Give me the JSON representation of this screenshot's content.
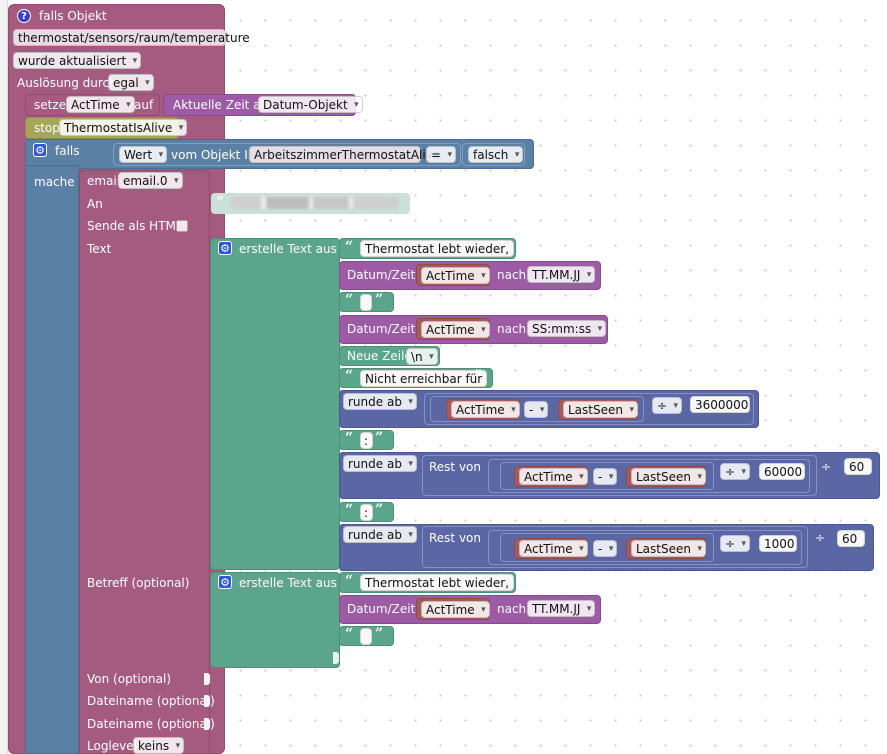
{
  "trigger": {
    "title": "falls Objekt",
    "object_id": "thermostat/sensors/raum/temperature",
    "event": "wurde aktualisiert",
    "trigger_label": "Auslösung durch",
    "trigger_value": "egal"
  },
  "set_block": {
    "label": "setze",
    "var": "ActTime",
    "auf": "auf",
    "time_label": "Aktuelle Zeit als",
    "time_format": "Datum-Objekt"
  },
  "stop_block": {
    "label": "stop",
    "timer": "ThermostatIsAlive"
  },
  "if_block": {
    "label": "falls",
    "do_label": "mache",
    "value_dd": "Wert",
    "of_object": "vom Objekt ID",
    "object_id": "ArbeitszimmerThermostatAlive",
    "op": "=",
    "compare": "falsch"
  },
  "email": {
    "label": "email",
    "instance": "email.0",
    "to_label": "An",
    "to_blurred": "",
    "html_label": "Sende als HTML",
    "text_label": "Text",
    "subject_label": "Betreff (optional)",
    "from_label": "Von (optional)",
    "file1_label": "Dateiname (optional)",
    "file2_label": "Dateiname (optional)",
    "loglevel_label": "Loglevel",
    "loglevel_value": "keins"
  },
  "text_block": {
    "create_label": "erstelle Text aus",
    "line1": "Thermostat lebt wieder,",
    "date_label": "Datum/Zeit",
    "date_var": "ActTime",
    "nach": "nach",
    "date_fmt1": "TT.MM.JJ",
    "time_label": "Datum/Zeit",
    "time_var": "ActTime",
    "time_fmt": "SS:mm:ss",
    "newline_label": "Neue Zeile",
    "newline_value": "\\n",
    "unreachable": "Nicht erreichbar für",
    "round1": {
      "label": "runde ab",
      "a": "ActTime",
      "op": "-",
      "b": "LastSeen",
      "div": "÷",
      "num": "3600000"
    },
    "colon": ":",
    "round2": {
      "label": "runde ab",
      "rest": "Rest von",
      "a": "ActTime",
      "op": "-",
      "b": "LastSeen",
      "div": "÷",
      "num": "60000",
      "div2": "÷",
      "num2": "60"
    },
    "round3": {
      "label": "runde ab",
      "rest": "Rest von",
      "a": "ActTime",
      "op": "-",
      "b": "LastSeen",
      "div": "÷",
      "num": "1000",
      "div2": "÷",
      "num2": "60"
    }
  },
  "subject_block": {
    "create_label": "erstelle Text aus",
    "line1": "Thermostat lebt wieder,",
    "date_label": "Datum/Zeit",
    "date_var": "ActTime",
    "nach": "nach",
    "date_fmt": "TT.MM.JJ"
  },
  "colors": {
    "trigger": "#a55b80",
    "text": "#5ba58c",
    "math": "#5b67a5",
    "logic": "#5b80a5",
    "variable": "#a55b5b",
    "date": "#9d5ba6",
    "timer": "#a5a55b"
  }
}
